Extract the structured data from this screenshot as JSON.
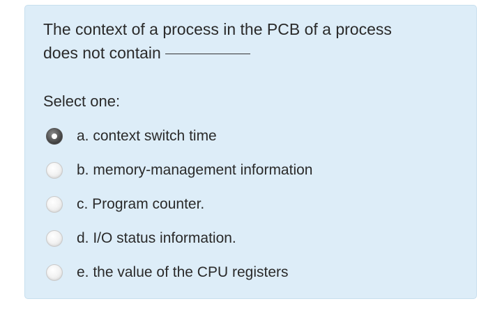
{
  "question": {
    "line1": "The context of a process in the PCB of a process",
    "line2": "does not contain"
  },
  "prompt": "Select one:",
  "options": [
    {
      "label": "a. context switch time",
      "selected": true
    },
    {
      "label": "b. memory-management information",
      "selected": false
    },
    {
      "label": "c. Program counter.",
      "selected": false
    },
    {
      "label": "d. I/O status information.",
      "selected": false
    },
    {
      "label": "e. the value of the CPU registers",
      "selected": false
    }
  ],
  "colors": {
    "panel_background": "#ddedf8",
    "panel_border": "#c7dfee",
    "text": "#2a2a2a",
    "radio_checked": "#3a3a3a"
  }
}
